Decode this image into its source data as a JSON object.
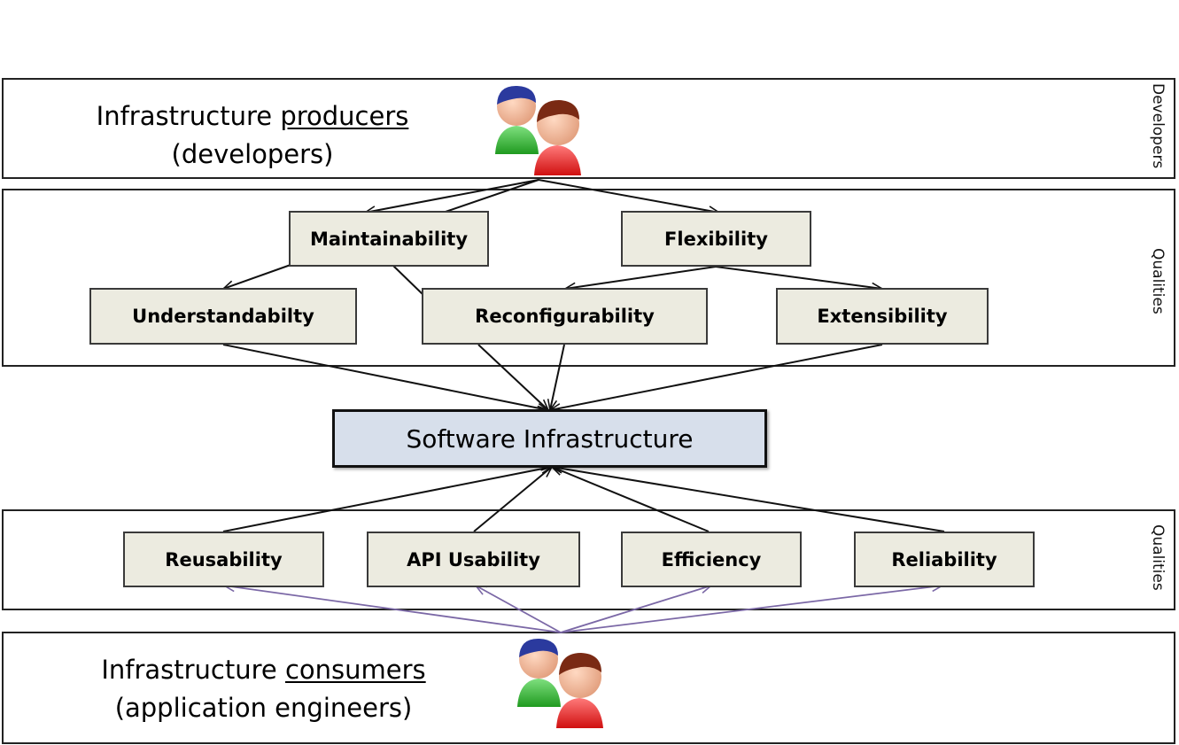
{
  "producers": {
    "title_prefix": "Infrastructure ",
    "title_emph": "producers",
    "subtitle": "(developers)",
    "side_label": "Developers"
  },
  "upper_qualities": {
    "side_label": "Qualities",
    "maintainability": "Maintainability",
    "flexibility": "Flexibility",
    "understandability": "Understandabilty",
    "reconfigurability": "Reconfigurability",
    "extensibility": "Extensibility"
  },
  "core": {
    "label": "Software Infrastructure"
  },
  "lower_qualities": {
    "side_label": "Qualities",
    "reusability": "Reusability",
    "api_usability": "API Usability",
    "efficiency": "Efficiency",
    "reliability": "Reliability"
  },
  "consumers": {
    "title_prefix": "Infrastructure ",
    "title_emph": "consumers",
    "subtitle": "(application engineers)"
  },
  "colors": {
    "quality_box": "#ecebe0",
    "core_box": "#d7dfeb",
    "consumer_arrows": "#7b68a6",
    "person_green": "#2aa52a",
    "person_red": "#e02020",
    "hair_blue": "#2b3a9e",
    "hair_brown": "#7a2a14",
    "skin": "#f0b89a"
  }
}
